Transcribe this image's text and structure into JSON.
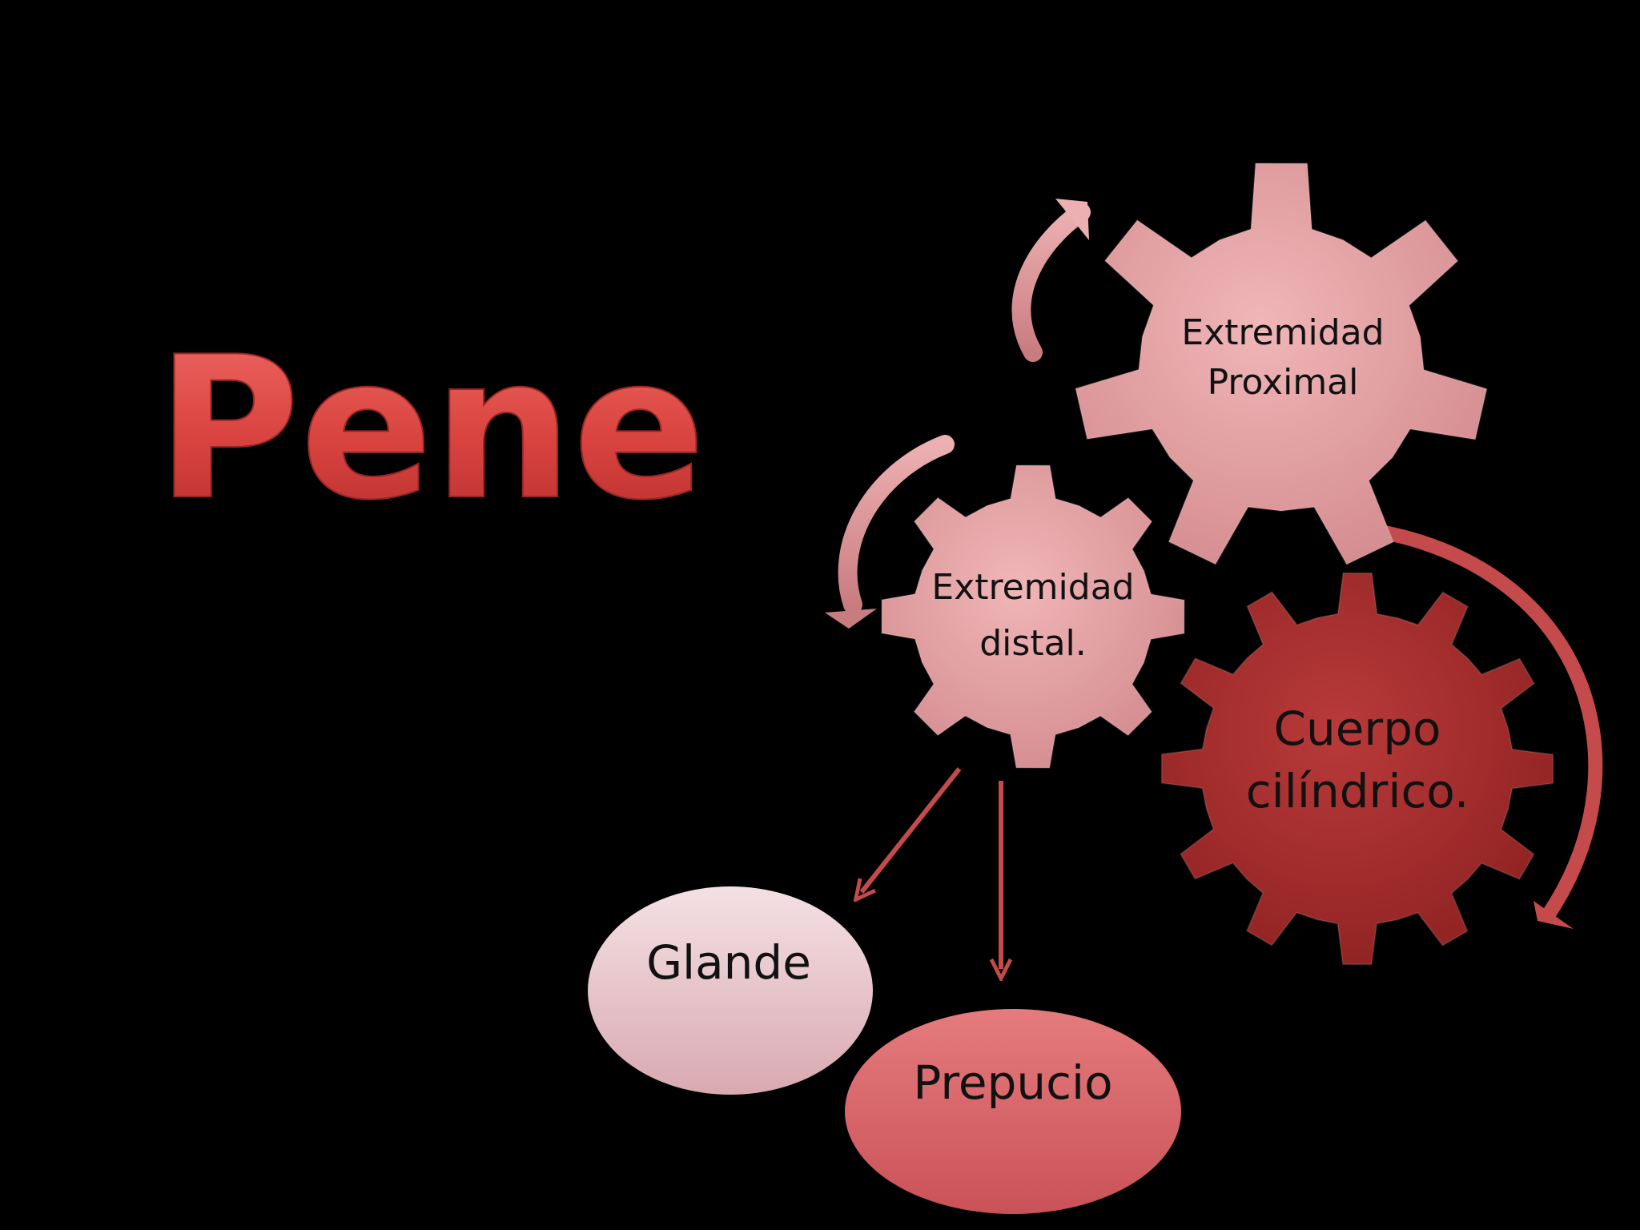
{
  "slide": {
    "title": "Pene",
    "gears": {
      "proximal": {
        "line1": "Extremidad",
        "line2": "Proximal"
      },
      "distal": {
        "line1": "Extremidad",
        "line2": "distal."
      },
      "body": {
        "line1": "Cuerpo",
        "line2": "cilíndrico."
      }
    },
    "ovals": {
      "glande": "Glande",
      "prepucio": "Prepucio"
    }
  },
  "colors": {
    "background": "#000000",
    "title_red": "#d9433f",
    "gear_light": "#e3a0a2",
    "gear_mid": "#d98f92",
    "gear_dark": "#a82e2e",
    "arrow_dark": "#c44a4c",
    "oval_light": "#eac9cf",
    "oval_mid": "#d9676a"
  }
}
